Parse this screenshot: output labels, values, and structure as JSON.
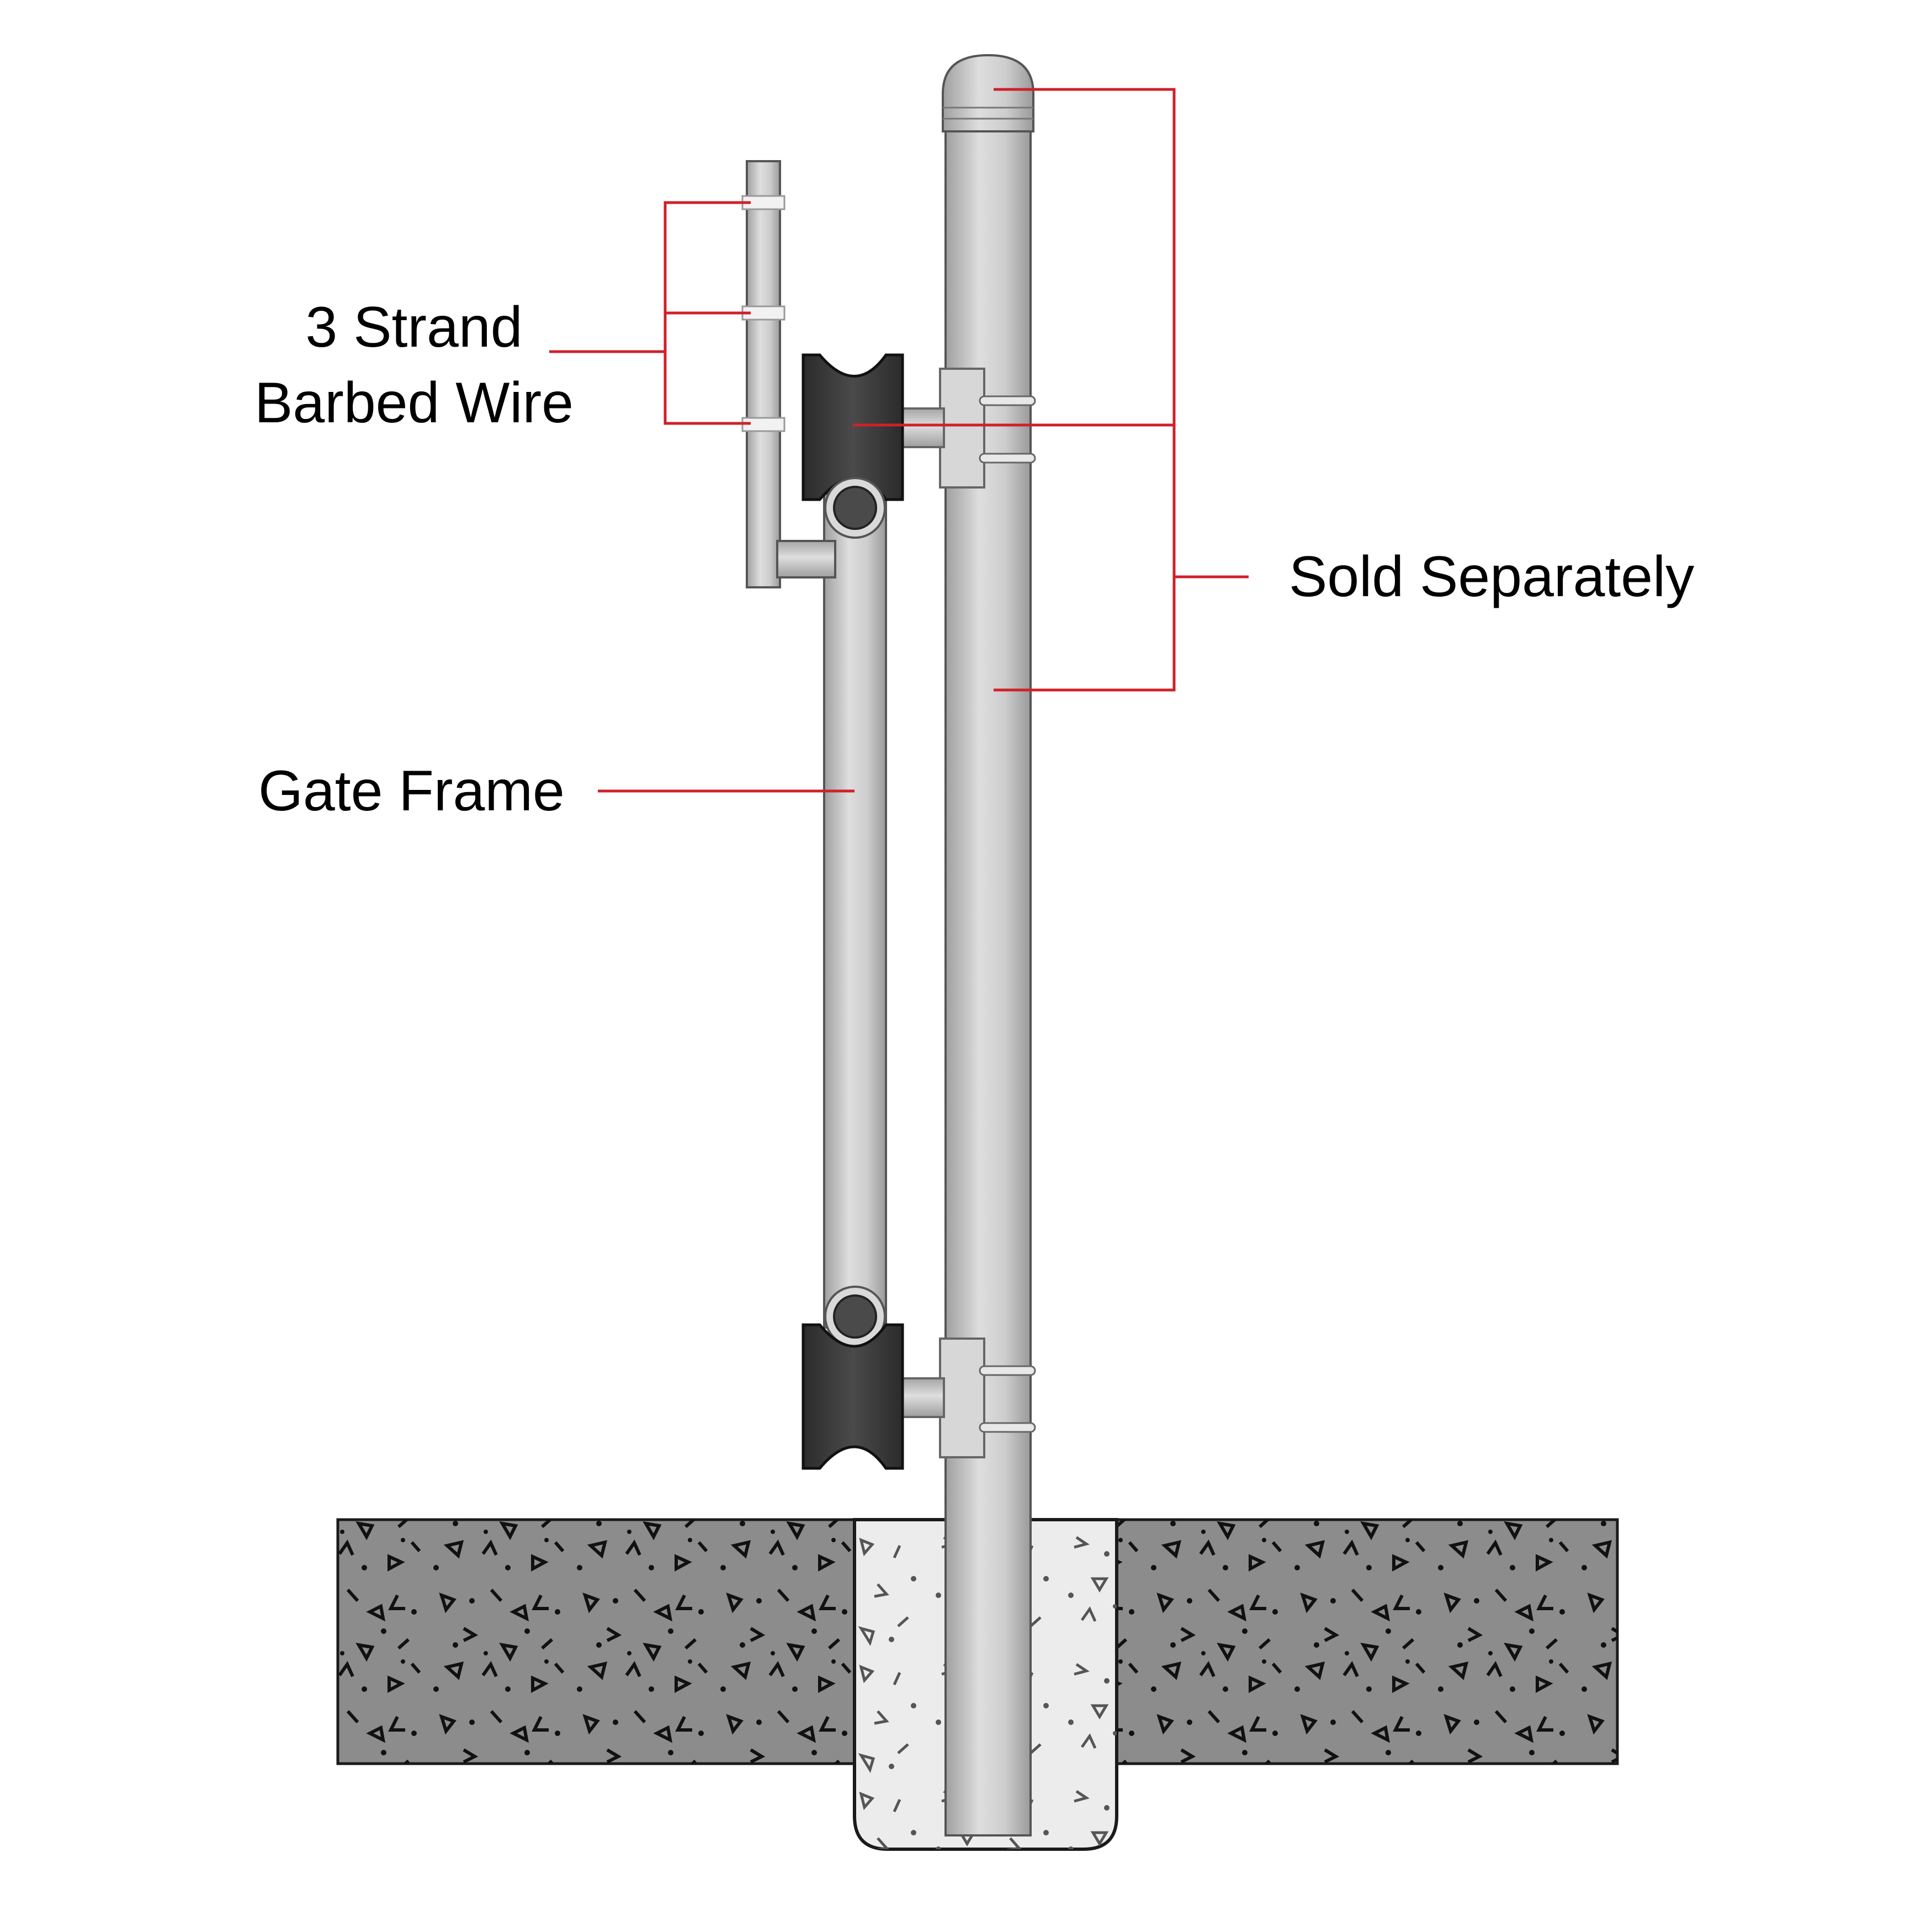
{
  "labels": {
    "barbed_wire_line1": "3 Strand",
    "barbed_wire_line2": "Barbed Wire",
    "sold_separately": "Sold Separately",
    "gate_frame": "Gate Frame"
  },
  "colors": {
    "leader": "#d0202a",
    "steel_light": "#d9d9d9",
    "steel_mid": "#bdbdbd",
    "roller": "#3a3a3a",
    "roller_dark": "#262626",
    "ground": "#8c8c8c",
    "footing": "#ececec",
    "outline": "#1a1a1a"
  }
}
